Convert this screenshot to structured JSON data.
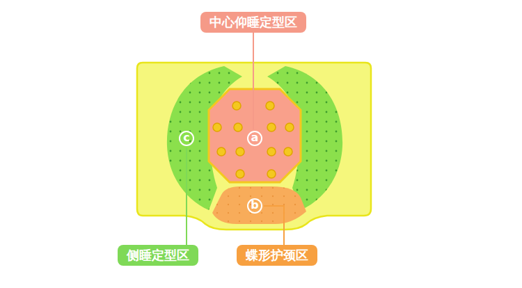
{
  "diagram": {
    "nodes": [
      {
        "text": [
          "中心仰睡定型区"
        ]
      },
      {
        "text": [
          "a"
        ]
      },
      {
        "text": [
          "c"
        ]
      },
      {
        "text": [
          "b"
        ]
      },
      {
        "text": [
          "侧睡定型区"
        ]
      },
      {
        "text": [
          "蝶形护颈区"
        ]
      }
    ],
    "edges": [
      {
        "from": 0,
        "to": 1,
        "arrow": "none"
      },
      {
        "from": 2,
        "to": 4,
        "arrow": "none"
      },
      {
        "from": 3,
        "to": 5,
        "arrow": "none"
      }
    ]
  }
}
